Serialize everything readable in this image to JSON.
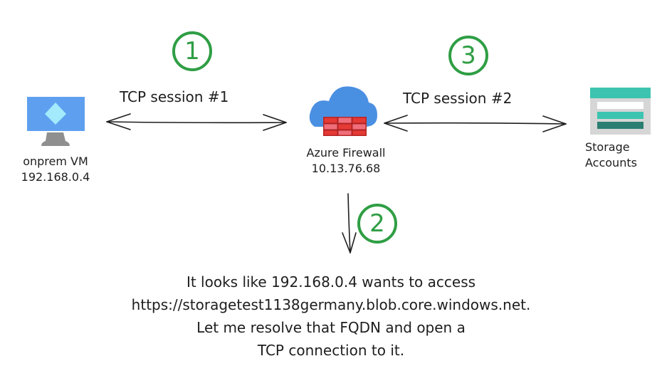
{
  "nodes": {
    "vm": {
      "name": "onprem VM",
      "ip": "192.168.0.4",
      "icon": "virtual-machine-icon"
    },
    "firewall": {
      "name": "Azure Firewall",
      "ip": "10.13.76.68",
      "icon": "firewall-icon"
    },
    "storage": {
      "name_line1": "Storage",
      "name_line2": "Accounts",
      "icon": "storage-account-icon"
    }
  },
  "edges": {
    "session1": {
      "label": "TCP session #1",
      "direction": "bidirectional"
    },
    "session2": {
      "label": "TCP session #2",
      "direction": "bidirectional"
    },
    "resolve": {
      "direction": "down"
    }
  },
  "steps": [
    "1",
    "2",
    "3"
  ],
  "note": {
    "lines": [
      "It looks like 192.168.0.4 wants to access",
      "https://storagetest1138germany.blob.core.windows.net.",
      "Let me resolve that FQDN and open a",
      "TCP connection to it."
    ]
  },
  "colors": {
    "step_green": "#2f9e44",
    "vm_blue": "#5ea0ef",
    "vm_diamond": "#a3eafc",
    "cloud_blue": "#4a90e2",
    "firewall_red": "#e02a2a",
    "storage_teal": "#3cc4b0",
    "storage_dark": "#2b7f72"
  }
}
